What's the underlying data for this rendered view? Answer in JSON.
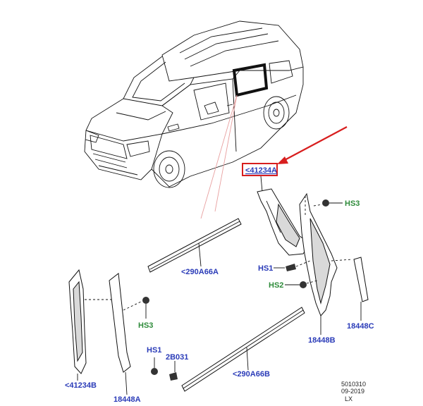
{
  "colors": {
    "highlight": "#d81e1e",
    "label_blue": "#2a3bb8",
    "label_green": "#2e8b3a",
    "leader_red": "#e8a0a0"
  },
  "labels": {
    "part_41234A_top": "<41234A",
    "part_HS3_right": "HS3",
    "part_290A66A": "<290A66A",
    "part_HS1_right": "HS1",
    "part_HS2": "HS2",
    "part_HS3_left": "HS3",
    "part_18448B": "18448B",
    "part_18448C": "18448C",
    "part_41234B": "<41234B",
    "part_18448A": "18448A",
    "part_HS1_bottom": "HS1",
    "part_2B031": "2B031",
    "part_290A66B": "<290A66B"
  },
  "meta": {
    "ref_number": "5010310",
    "date": "09-2019",
    "code": "LX"
  }
}
